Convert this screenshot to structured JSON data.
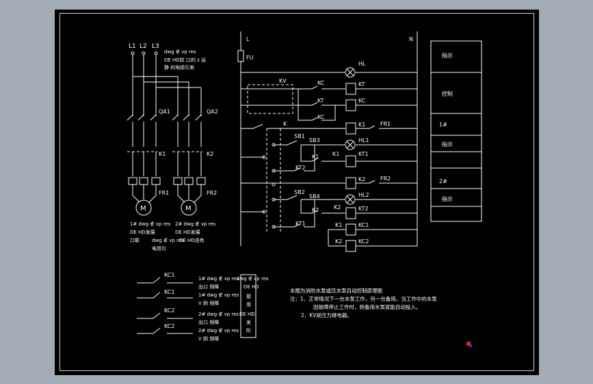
{
  "colors": {
    "background": "#a3acb6",
    "viewport": "#000000",
    "line": "#ffffff",
    "marker_red": "#e0202a",
    "marker_blue": "#3040c0"
  },
  "power": {
    "phases": [
      "L1",
      "L2",
      "L3"
    ],
    "note_line1": "dwg ∉ vp res",
    "note_line2": "DE HD防 口的 z 运",
    "note_line3": "静 的电缆引来",
    "qa1": "QA1",
    "qa2": "QA2",
    "k1": "K1",
    "k2": "K2",
    "fr1": "FR1",
    "fr2": "FR2",
    "motor": "M",
    "motor1_caption": [
      "1# dwg ∉ vp res",
      "DE HD发展",
      "口联"
    ],
    "motor2_caption": [
      "2# dwg ∉ vp res",
      "DE HD发展",
      "dwg ∉ vp res",
      "DE HD由有",
      "电用引"
    ]
  },
  "control": {
    "L": "L",
    "N": "N",
    "FU": "FU",
    "HL": "HL",
    "KV": "KV",
    "KC": "KC",
    "KT": "KT",
    "K": "K",
    "K1": "K1",
    "K2": "K2",
    "FR1": "FR1",
    "FR2": "FR2",
    "SB1": "SB1",
    "SB2": "SB2",
    "SB3": "SB3",
    "SB4": "SB4",
    "HL1": "HL1",
    "HL2": "HL2",
    "KT1": "KT1",
    "KT2": "KT2",
    "KC1": "KC1",
    "KC2": "KC2",
    "KT1_contact": "KT1",
    "KT2_contact": "KT2"
  },
  "legend": [
    {
      "label": "指示"
    },
    {
      "label": "控制"
    },
    {
      "label": "1#"
    },
    {
      "label": "指示"
    },
    {
      "label": ""
    },
    {
      "label": "2#"
    },
    {
      "label": "指示"
    }
  ],
  "contacts_table": {
    "rows": [
      {
        "contact": "KC1",
        "desc1": "1# dwg ∉ vp res",
        "desc2": "出口 频降"
      },
      {
        "contact": "KC1",
        "desc1": "1# dwg ∉ vp res",
        "desc2": "V 刚 频降"
      },
      {
        "contact": "KC2",
        "desc1": "2# dwg ∉ vp res",
        "desc2": "出口 频降"
      },
      {
        "contact": "KC2",
        "desc1": "2# dwg ∉ vp res",
        "desc2": "V 刚 频降"
      }
    ],
    "box_side_text": [
      "dwg ∉ vp res",
      "DE HD",
      "接",
      "用",
      "DE HD",
      "发",
      "阶"
    ]
  },
  "notes": {
    "title": "本图为消防水泵或压水泵自动控制原理图",
    "line1": "注：1、正常情况下一台水泵工作，另一台备用。当工作中的水泵",
    "line2": "因故障停止工作时，则备用水泵就能自动投入。",
    "line3": "2、KV是压力继电器。"
  }
}
